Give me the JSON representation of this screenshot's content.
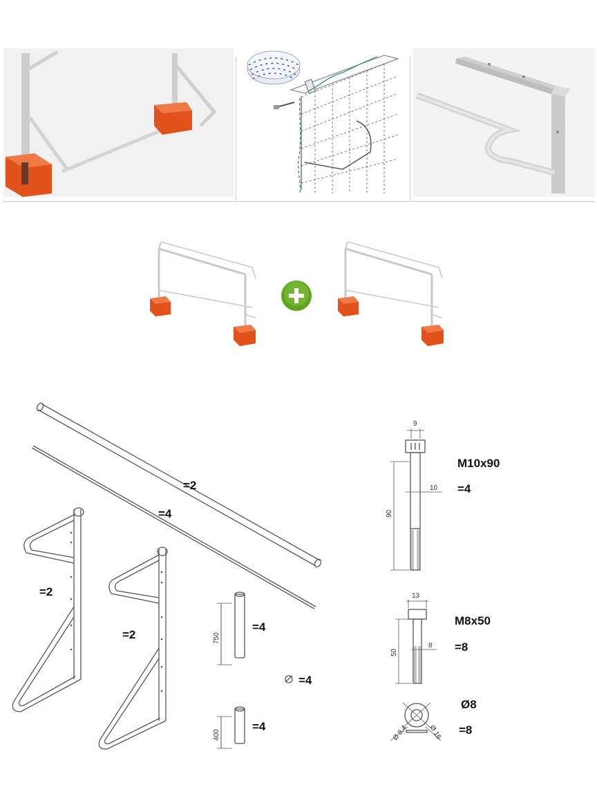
{
  "colors": {
    "base_block": "#e2531c",
    "base_block_dark": "#b8410f",
    "frame": "#d2d2d2",
    "plus_badge": "#5fa320",
    "line_art": "#555555"
  },
  "icons": {
    "plus": "plus-icon",
    "washer": "washer-symbol-icon"
  },
  "parts": {
    "top_bar_qty": "=2",
    "ground_bar_qty": "=4",
    "side_frame_a_qty": "=2",
    "side_frame_b_qty": "=2",
    "tube_long_dim": "750",
    "tube_long_qty": "=4",
    "tube_short_dim": "400",
    "tube_short_qty": "=4",
    "small_fastener_qty": "=4"
  },
  "hardware": {
    "bolt1": {
      "name": "M10x90",
      "qty": "=4",
      "dim_head": "9",
      "dim_dia": "10",
      "dim_len": "90"
    },
    "bolt2": {
      "name": "M8x50",
      "qty": "=8",
      "dim_head": "13",
      "dim_dia": "8",
      "dim_len": "50"
    },
    "washer": {
      "name": "Ø8",
      "qty": "=8",
      "dim_inner": "Ø 8,4",
      "dim_outer": "Ø 16"
    }
  }
}
